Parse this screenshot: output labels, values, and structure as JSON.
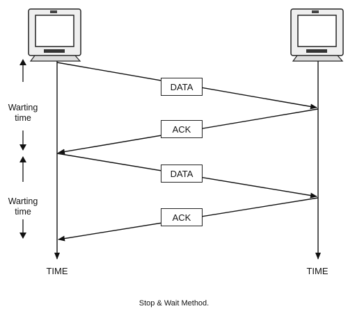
{
  "messages": [
    {
      "label": "DATA"
    },
    {
      "label": "ACK"
    },
    {
      "label": "DATA"
    },
    {
      "label": "ACK"
    }
  ],
  "waiting_labels": [
    {
      "line1": "Warting",
      "line2": "time"
    },
    {
      "line1": "Warting",
      "line2": "time"
    }
  ],
  "timelines": {
    "sender_label": "TIME",
    "receiver_label": "TIME"
  },
  "nodes": {
    "sender_icon": "computer-monitor-icon",
    "receiver_icon": "computer-monitor-icon"
  },
  "caption": "Stop & Wait Method."
}
